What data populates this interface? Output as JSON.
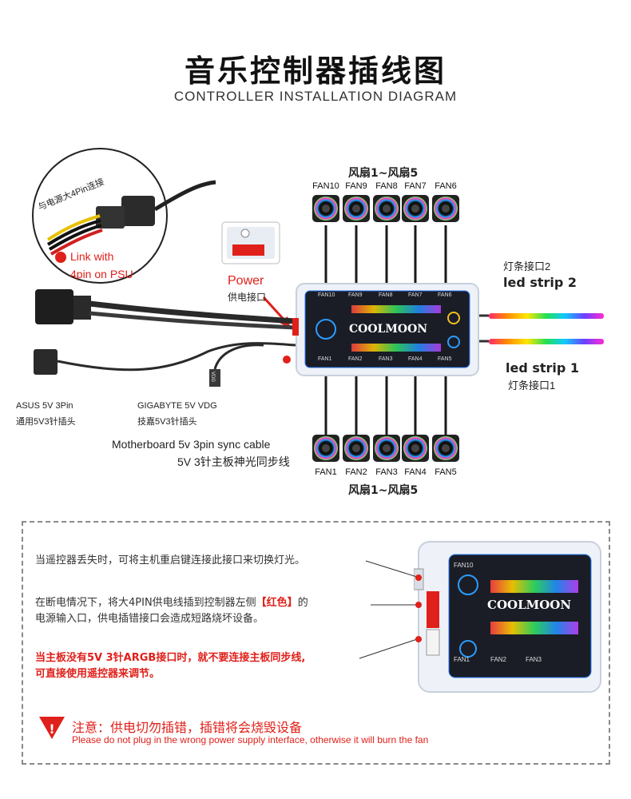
{
  "header": {
    "title": "音乐控制器插线图",
    "subtitle": "CONTROLLER INSTALLATION DIAGRAM"
  },
  "fans_top": {
    "group_label": "风扇1~风扇5",
    "labels": [
      "FAN10",
      "FAN9",
      "FAN8",
      "FAN7",
      "FAN6"
    ]
  },
  "fans_bottom": {
    "group_label": "风扇1~风扇5",
    "labels": [
      "FAN1",
      "FAN2",
      "FAN3",
      "FAN4",
      "FAN5"
    ]
  },
  "psu": {
    "curved_label": "与电源大4Pin连接",
    "link_line1": "Link with",
    "link_line2": "4pin on PSU"
  },
  "power": {
    "label_en": "Power",
    "label_cn": "供电接口"
  },
  "led_strips": {
    "strip2_cn": "灯条接口2",
    "strip2_en": "led strip 2",
    "strip1_en": "led strip 1",
    "strip1_cn": "灯条接口1"
  },
  "connectors": {
    "asus_line1": "ASUS 5V 3Pin",
    "asus_line2": "通用5V3针插头",
    "gigabyte_line1": "GIGABYTE 5V  VDG",
    "gigabyte_line2": "技嘉5V3针插头",
    "gigabyte_plug": "VDG"
  },
  "sync_cable": {
    "line1": "Motherboard 5v 3pin sync cable",
    "line2": "5V 3针主板神光同步线"
  },
  "controller": {
    "brand": "COOLMOON",
    "top_ports": [
      "FAN10",
      "FAN9",
      "FAN8",
      "FAN7",
      "FAN6"
    ],
    "bottom_ports": [
      "FAN1",
      "FAN2",
      "FAN3",
      "FAN4",
      "FAN5"
    ]
  },
  "notes": {
    "note1": "当遥控器丢失时，可将主机重启键连接此接口来切换灯光。",
    "note2_before": "在断电情况下，将大4PIN供电线插到控制器左侧",
    "note2_red": "【红色】",
    "note2_after": "的",
    "note2_line2": "电源输入口，供电插错接口会造成短路烧坏设备。",
    "note3_line1": "当主板没有5V 3针ARGB接口时，就不要连接主板同步线,",
    "note3_line2": "可直接使用遥控器来调节。",
    "warning_cn": "注意：供电切勿插错，插错将会烧毁设备",
    "warning_en": "Please do not plug in the wrong power supply interface, otherwise it will burn the fan"
  },
  "colors": {
    "accent_red": "#e0201a",
    "controller_body": "#eef2f8",
    "controller_panel": "#1a1d26",
    "cable": "#2a2a2a"
  }
}
